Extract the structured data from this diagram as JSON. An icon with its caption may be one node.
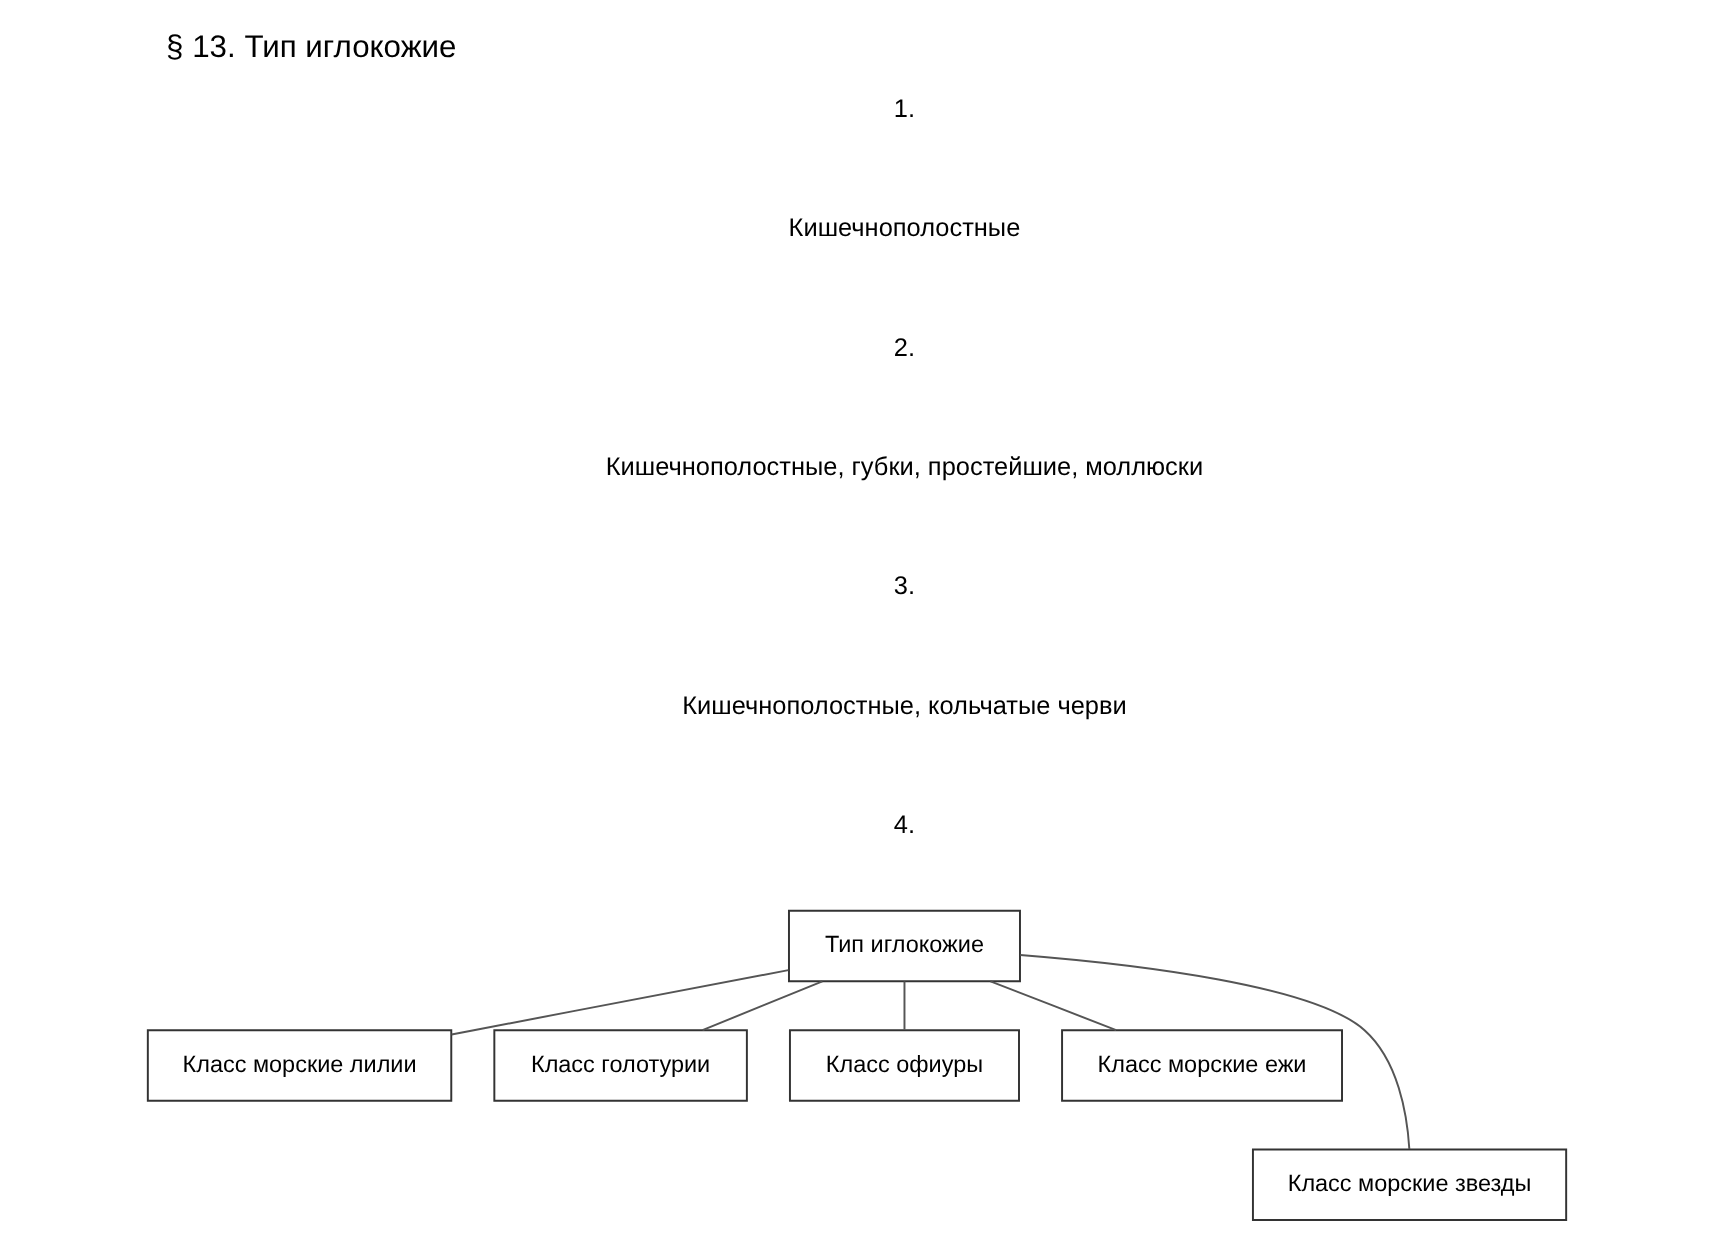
{
  "diagram": {
    "title": "§ 13. Тип иглокожие",
    "nodes": [
      {
        "text": [
          "Тип иглокожие"
        ]
      },
      {
        "text": [
          "Класс морские лилии"
        ]
      },
      {
        "text": [
          "Класс голотурии"
        ]
      },
      {
        "text": [
          "Класс офиуры"
        ]
      },
      {
        "text": [
          "Класс морские ежи"
        ]
      },
      {
        "text": [
          "Класс морские звезды"
        ]
      }
    ],
    "edges": [
      {
        "from": 0,
        "to": 1,
        "arrow": "none"
      },
      {
        "from": 0,
        "to": 2,
        "arrow": "none"
      },
      {
        "from": 0,
        "to": 3,
        "arrow": "none"
      },
      {
        "from": 0,
        "to": 4,
        "arrow": "none"
      },
      {
        "from": 0,
        "to": 5,
        "arrow": "none"
      }
    ],
    "labels": [
      "1.",
      "Кишечнополостные",
      "2.",
      "Кишечнополостные, губки, простейшие, моллюски",
      "3.",
      "Кишечнополостные, кольчатые черви",
      "4."
    ]
  }
}
